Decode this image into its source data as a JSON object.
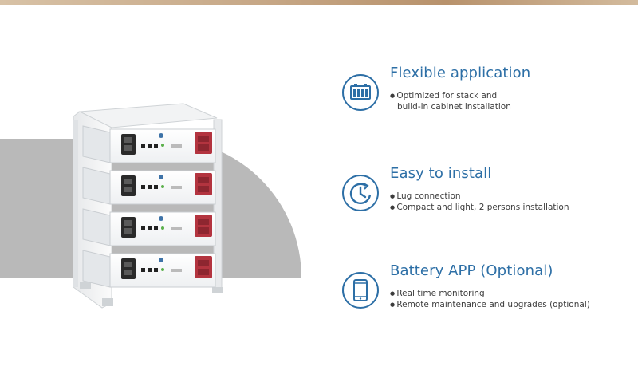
{
  "colors": {
    "accent": "#2d6fa6",
    "body_text": "#3c3c3c",
    "backdrop_gray": "#b9b9b9",
    "terminal_red": "#b3343f",
    "terminal_black": "#2a2a2a"
  },
  "features": [
    {
      "icon": "battery-icon",
      "title": "Flexible application",
      "lines": [
        "Optimized for stack and",
        "build-in cabinet installation"
      ]
    },
    {
      "icon": "clock-icon",
      "title": "Easy to install",
      "lines": [
        "Lug connection",
        "Compact and light, 2 persons installation"
      ]
    },
    {
      "icon": "phone-icon",
      "title": "Battery APP (Optional)",
      "lines": [
        "Real time monitoring",
        "Remote maintenance and upgrades (optional)"
      ]
    }
  ]
}
